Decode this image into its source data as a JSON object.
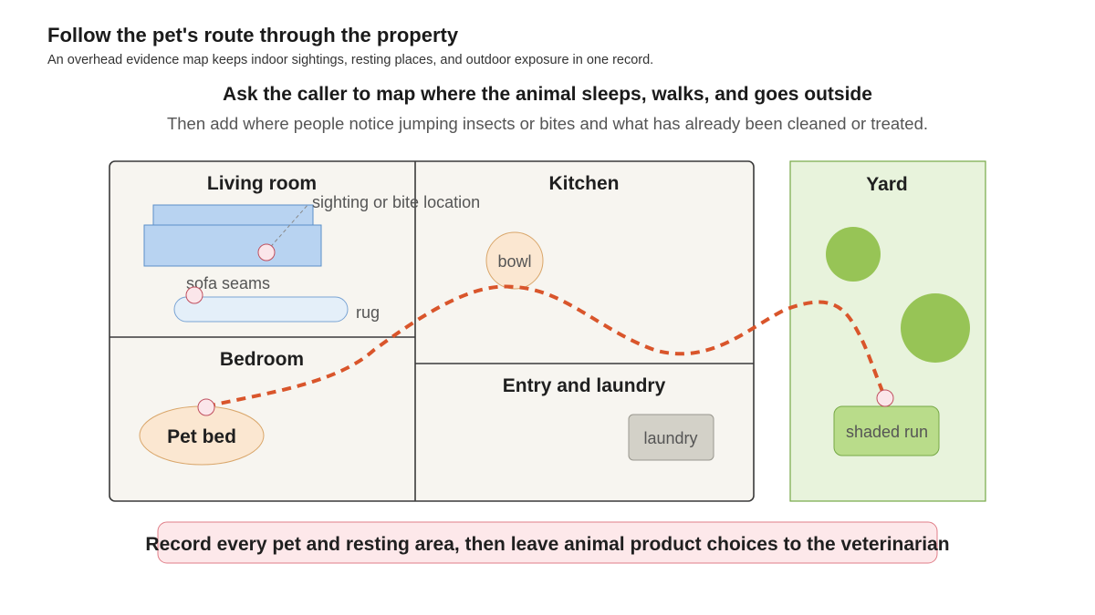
{
  "header": {
    "title": "Follow the pet's route through the property",
    "subtitle": "An overhead evidence map keeps indoor sightings, resting places, and outdoor exposure in one record."
  },
  "prompt": {
    "heading": "Ask the caller to map where the animal sleeps, walks, and goes outside",
    "subheading": "Then add where people notice jumping insects or bites and what has already been cleaned or treated."
  },
  "rooms": {
    "living_room": "Living room",
    "kitchen": "Kitchen",
    "bedroom": "Bedroom",
    "entry_laundry": "Entry and laundry",
    "yard": "Yard"
  },
  "objects": {
    "bowl": "bowl",
    "rug": "rug",
    "sofa_seams": "sofa seams",
    "pet_bed": "Pet bed",
    "laundry": "laundry",
    "shaded_run": "shaded run"
  },
  "annotations": {
    "sighting": "sighting or bite location"
  },
  "footer": {
    "note": "Record every pet and resting area, then leave animal product choices to the veterinarian"
  },
  "colors": {
    "route": "#d9552b",
    "yard_fill": "#e8f3dc",
    "yard_border": "#76a846",
    "bush": "#97c456",
    "sofa": "#b8d3f1",
    "marker": "#fbe6ea",
    "footer_fill": "#fde8ea",
    "footer_border": "#e07e88"
  }
}
